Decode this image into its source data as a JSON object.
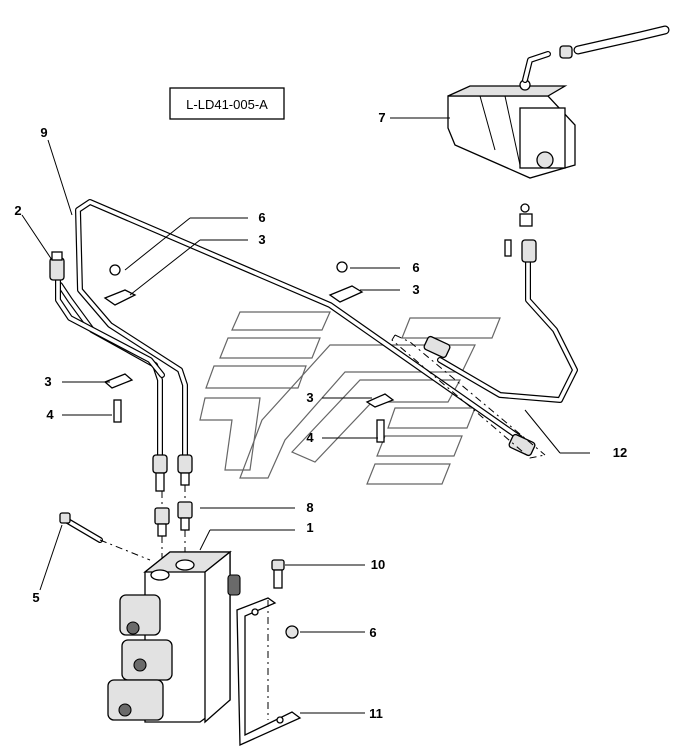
{
  "diagram": {
    "drawing_code": "L-LD41-005-A",
    "callouts": [
      "1",
      "2",
      "3",
      "3",
      "3",
      "3",
      "4",
      "4",
      "5",
      "6",
      "6",
      "6",
      "7",
      "8",
      "9",
      "10",
      "11",
      "12"
    ]
  }
}
